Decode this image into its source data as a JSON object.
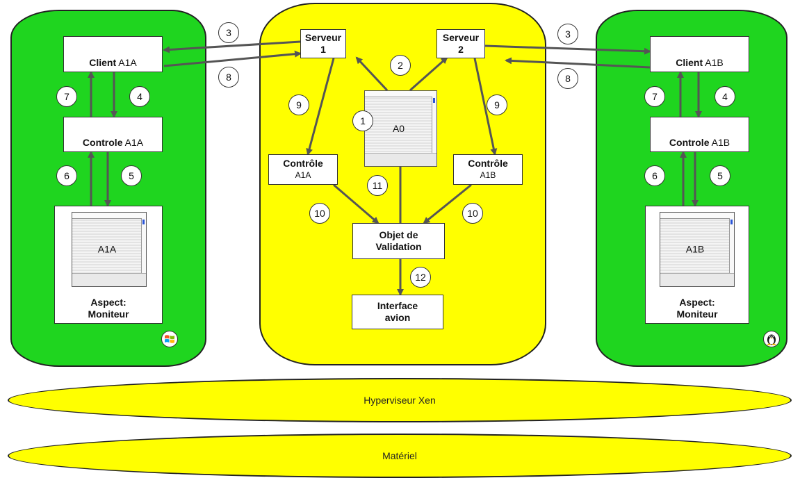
{
  "layers": {
    "hyperviseur": "Hyperviseur Xen",
    "materiel": "Matériel"
  },
  "left_vm": {
    "client": {
      "label": "Client",
      "sub": "A1A"
    },
    "controle": {
      "label": "Controle",
      "sub": "A1A"
    },
    "aspect": {
      "window_label": "A1A",
      "line1": "Aspect:",
      "line2": "Moniteur"
    },
    "badges": [
      "3",
      "8",
      "7",
      "4",
      "6",
      "5"
    ],
    "os_icon": "windows-logo-icon"
  },
  "center_vm": {
    "serveur1": {
      "line1": "Serveur",
      "line2": "1"
    },
    "serveur2": {
      "line1": "Serveur",
      "line2": "2"
    },
    "a0": "A0",
    "controle_a": {
      "label": "Contrôle",
      "sub": "A1A"
    },
    "controle_b": {
      "label": "Contrôle",
      "sub": "A1B"
    },
    "objet": {
      "line1": "Objet de",
      "line2": "Validation"
    },
    "interface": {
      "line1": "Interface",
      "line2": "avion"
    },
    "badges": [
      "2",
      "1",
      "9",
      "9",
      "11",
      "10",
      "10",
      "12"
    ]
  },
  "right_vm": {
    "client": {
      "label": "Client",
      "sub": "A1B"
    },
    "controle": {
      "label": "Controle",
      "sub": "A1B"
    },
    "aspect": {
      "window_label": "A1B",
      "line1": "Aspect:",
      "line2": "Moniteur"
    },
    "badges": [
      "3",
      "8",
      "7",
      "4",
      "6",
      "5"
    ],
    "os_icon": "linux-tux-icon"
  },
  "colors": {
    "guest_vm": "#1fd51f",
    "privileged_vm": "#ffff00",
    "arrow": "#555555"
  }
}
